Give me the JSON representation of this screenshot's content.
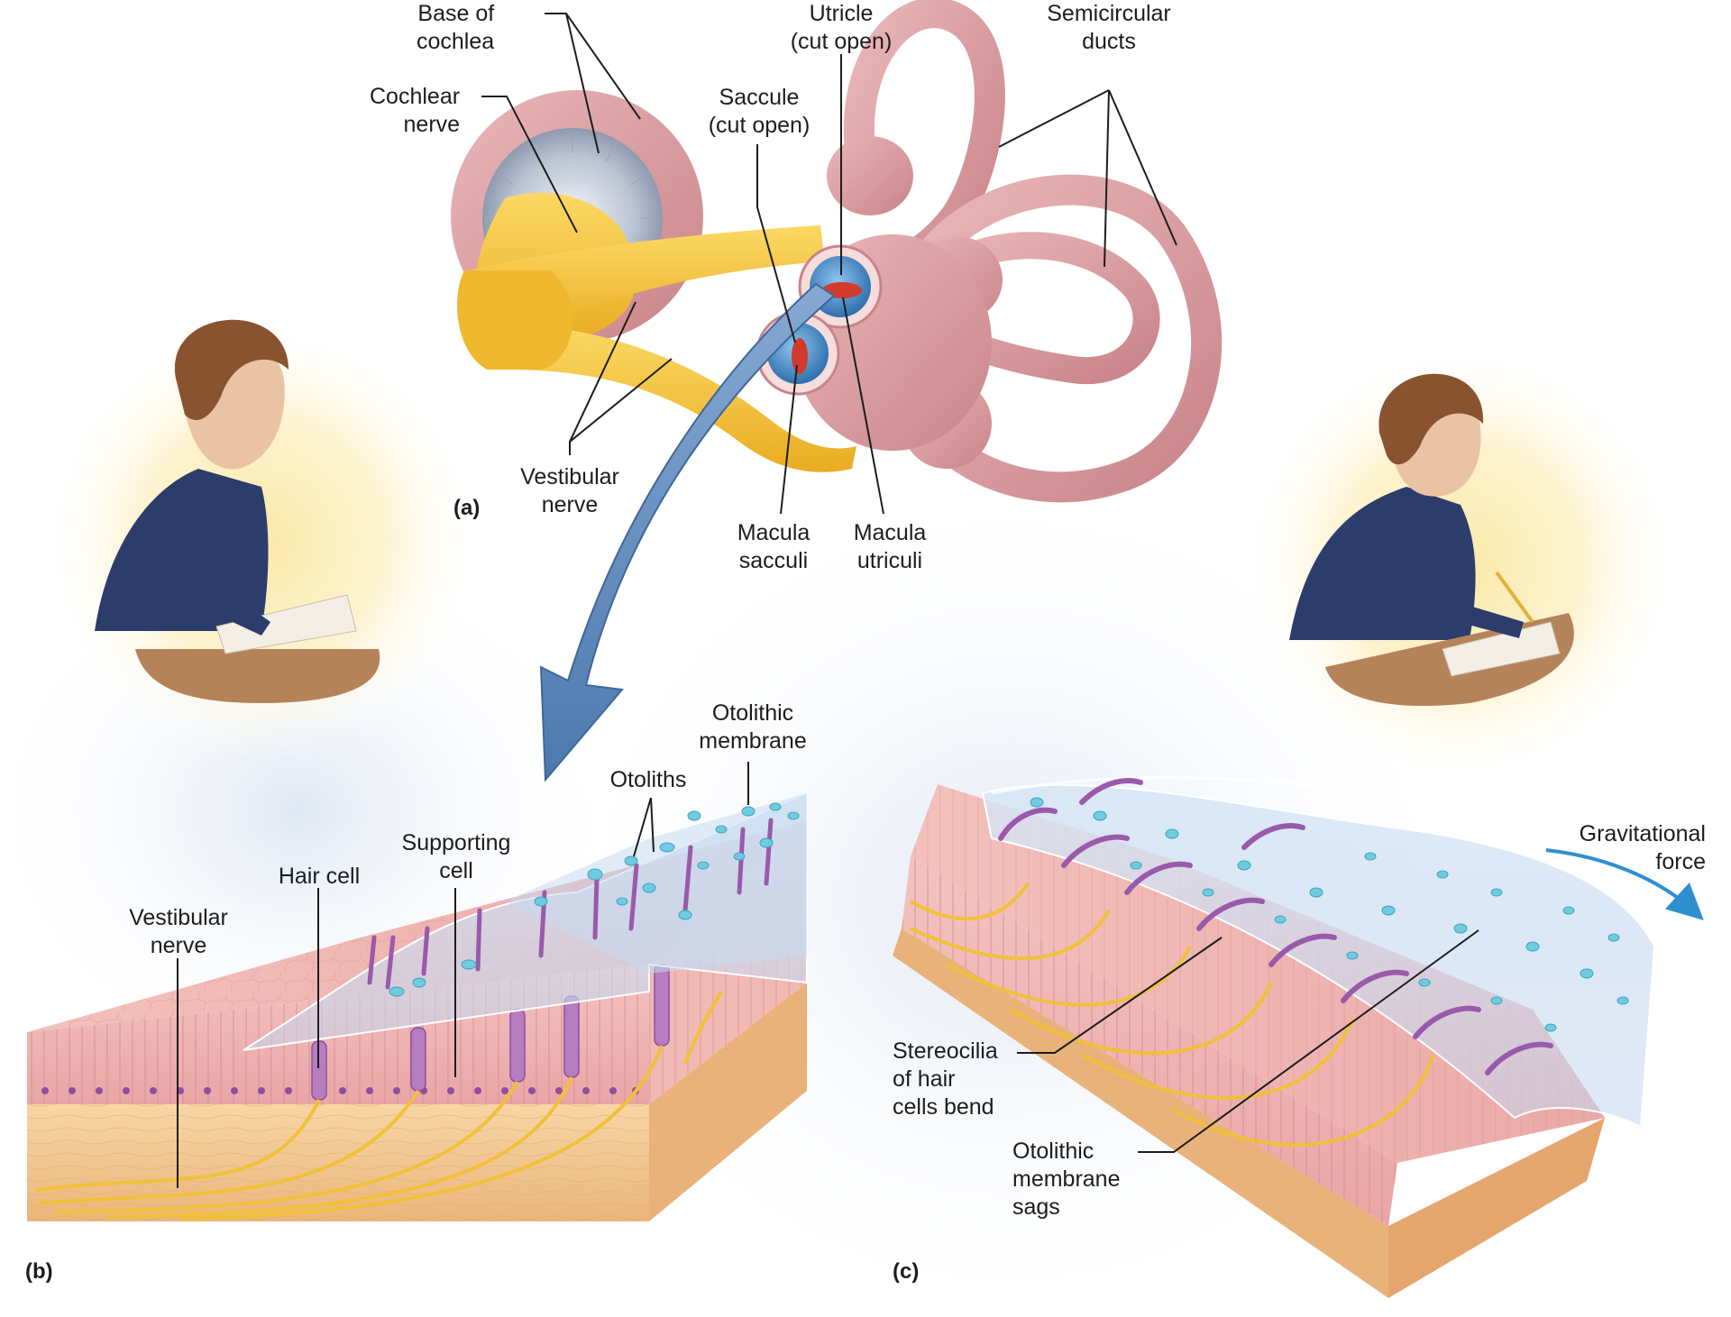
{
  "labels": {
    "base_of_cochlea": "Base of\ncochlea",
    "cochlear_nerve": "Cochlear\nnerve",
    "utricle": "Utricle\n(cut open)",
    "saccule": "Saccule\n(cut open)",
    "semicircular_ducts": "Semicircular\nducts",
    "vestibular_nerve_a": "Vestibular\nnerve",
    "macula_sacculi": "Macula\nsacculi",
    "macula_utriculi": "Macula\nutriculi",
    "otolithic_membrane": "Otolithic\nmembrane",
    "otoliths": "Otoliths",
    "supporting_cell": "Supporting\ncell",
    "hair_cell": "Hair cell",
    "vestibular_nerve_b": "Vestibular\nnerve",
    "gravitational_force": "Gravitational\nforce",
    "stereocilia_bend": "Stereocilia\nof hair\ncells bend",
    "membrane_sags": "Otolithic\nmembrane\nsags"
  },
  "panels": {
    "a": "(a)",
    "b": "(b)",
    "c": "(c)"
  },
  "colors": {
    "duct_pink": "#dc9ea2",
    "nerve_yellow": "#f3c43b",
    "macula_blue": "#4a8ec9",
    "macula_red": "#d23a2e",
    "arrow_blue": "#5f8cc0",
    "tissue_pink": "#f2b8b4",
    "hair_cell_purple": "#a86fb3",
    "otolith_cyan": "#6fcbe0",
    "connective_tan": "#f2c68c",
    "jacket_navy": "#2d3d6b",
    "desk_brown": "#b5835a",
    "force_arrow": "#2e8fcf"
  }
}
